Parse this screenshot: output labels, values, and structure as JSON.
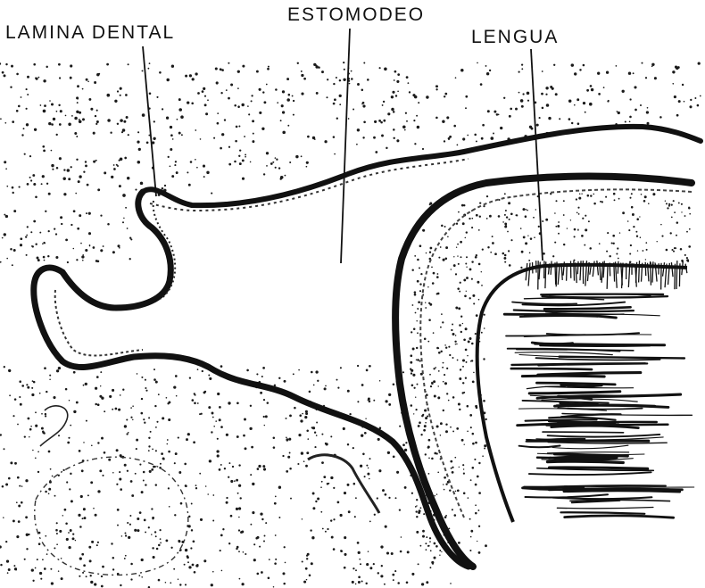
{
  "labels": {
    "lamina_dental": "LAMINA DENTAL",
    "estomodeo": "ESTOMODEO",
    "lengua": "LENGUA"
  },
  "colors": {
    "ink": "#111111",
    "paper": "#ffffff"
  }
}
